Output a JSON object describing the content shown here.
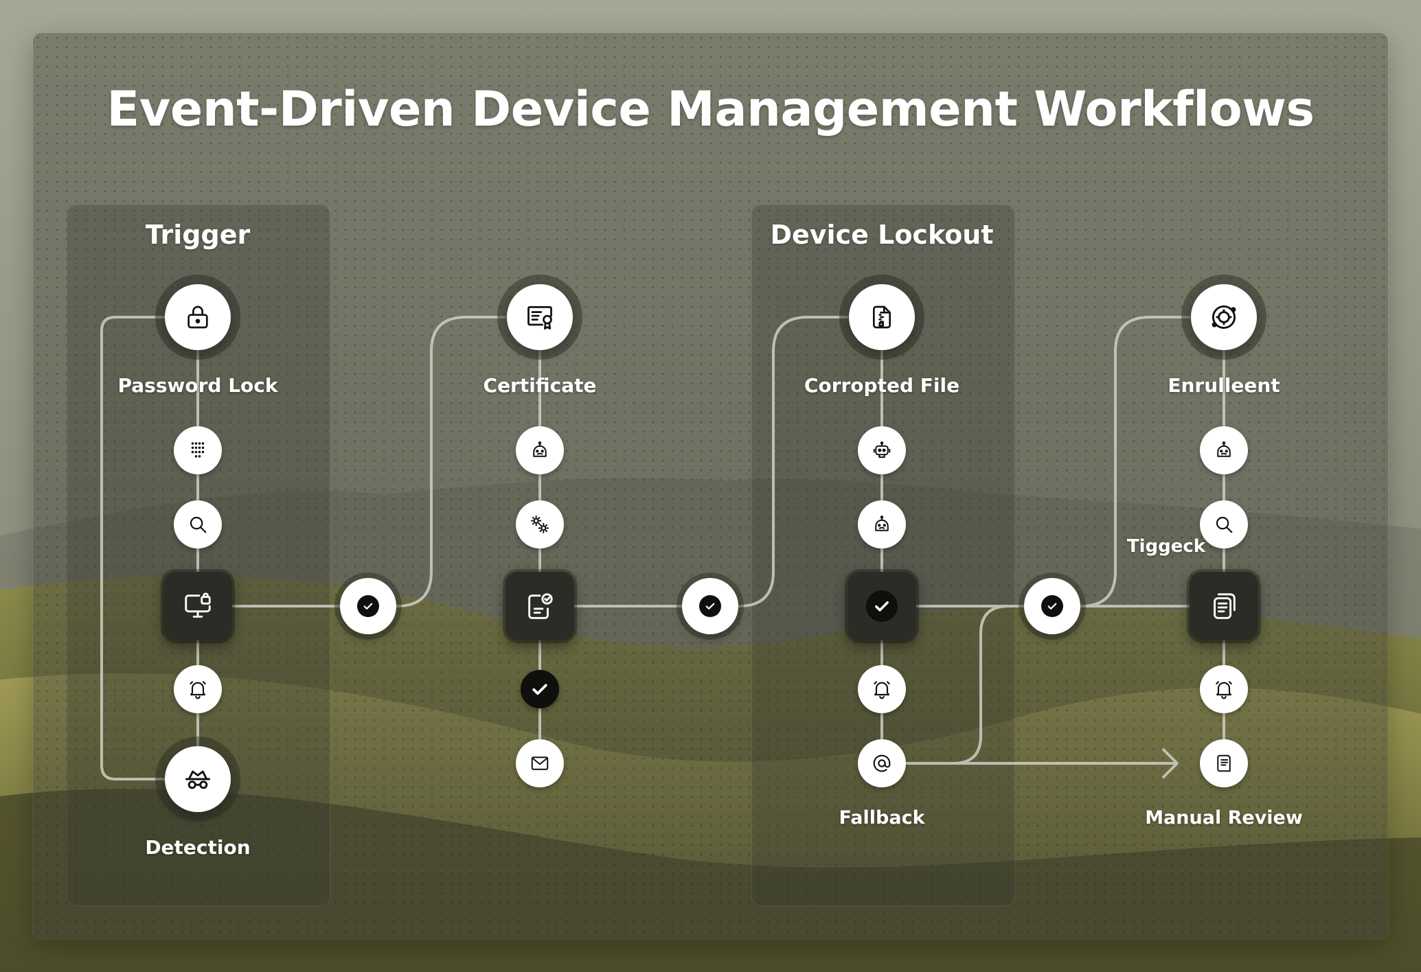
{
  "title": "Event-Driven Device Management Workflows",
  "groups": {
    "trigger": "Trigger",
    "device_lockout": "Device Lockout"
  },
  "nodes": {
    "password_lock": "Password Lock",
    "certificate": "Certificate",
    "corrupted_file": "Corropted File",
    "enrollment": "Enrulleent",
    "detection": "Detection",
    "fallback": "Fallback",
    "manual_review": "Manual Review",
    "trigger_check": "Tiggeck"
  },
  "icons": {
    "password_lock": "lock-icon",
    "dialpad": "dialpad-icon",
    "search": "search-icon",
    "monitor_lock": "monitor-lock-icon",
    "alarm": "alarm-bell-icon",
    "detection": "spy-glasses-icon",
    "certificate": "certificate-icon",
    "robot": "robot-icon",
    "gears": "gears-icon",
    "clipboard_check": "clipboard-check-icon",
    "mail": "mail-icon",
    "file_zip": "file-zip-icon",
    "at": "at-sign-icon",
    "enrollment": "orbit-gear-icon",
    "document_stack": "document-stack-icon",
    "manual_review": "document-icon",
    "check": "check-icon"
  },
  "colors": {
    "wire": "#c9c9c0",
    "node_light": "#ffffff",
    "node_dark": "#2b2c26",
    "title": "#ffffff"
  }
}
